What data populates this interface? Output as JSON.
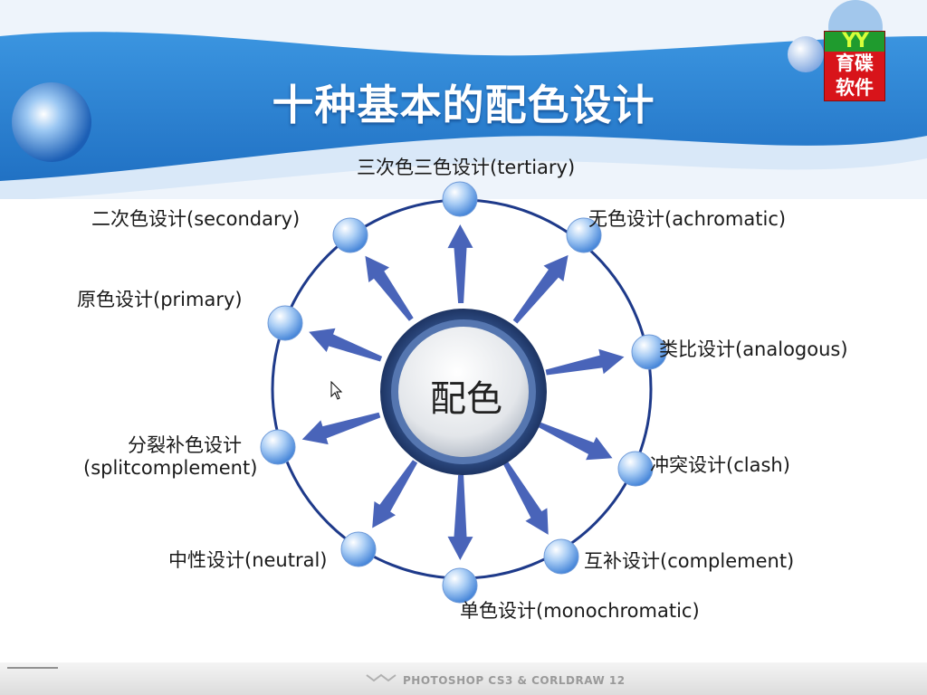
{
  "header": {
    "title": "十种基本的配色设计",
    "logo": {
      "top": "YY",
      "line1": "育碟",
      "line2": "软件"
    }
  },
  "diagram": {
    "center_label": "配色",
    "nodes": [
      {
        "id": "tertiary",
        "label": "三次色三色设计(tertiary)"
      },
      {
        "id": "achromatic",
        "label": "无色设计(achromatic)"
      },
      {
        "id": "analogous",
        "label": "类比设计(analogous)"
      },
      {
        "id": "clash",
        "label": "冲突设计(clash)"
      },
      {
        "id": "complement",
        "label": "互补设计(complement)"
      },
      {
        "id": "monochromatic",
        "label": "单色设计(monochromatic)"
      },
      {
        "id": "neutral",
        "label": "中性设计(neutral)"
      },
      {
        "id": "splitcomplement",
        "label_line1": "分裂补色设计",
        "label_line2": "(splitcomplement)"
      },
      {
        "id": "primary",
        "label": "原色设计(primary)"
      },
      {
        "id": "secondary",
        "label": "二次色设计(secondary)"
      }
    ]
  },
  "footer": {
    "text": "PHOTOSHOP CS3 & CORLDRAW 12"
  },
  "colors": {
    "ring": "#1e3a8a",
    "arrow": "#3a57b3",
    "banner": "#2f86d6"
  }
}
